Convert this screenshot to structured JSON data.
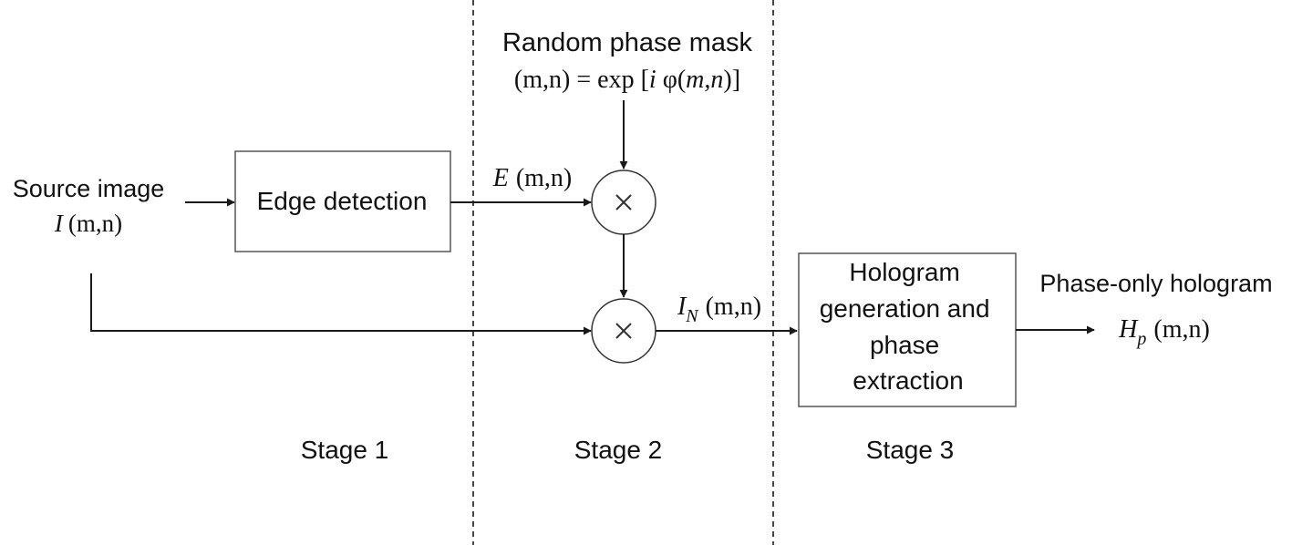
{
  "source": {
    "label": "Source image",
    "symbol_var": "I",
    "symbol_args": "(m,n)"
  },
  "edge_detection": {
    "label": "Edge detection"
  },
  "edge_output": {
    "symbol_var": "E",
    "symbol_args": "(m,n)"
  },
  "mask": {
    "label": "Random phase mask",
    "formula_args": "(m,n)",
    "formula_eq": " = exp [",
    "formula_i": "i",
    "formula_phi": " φ(",
    "formula_mn": "m,n",
    "formula_close": ")]"
  },
  "multiplier_symbol": "×",
  "noisy_image": {
    "symbol_var": "I",
    "symbol_sub": "N",
    "symbol_args": "(m,n)"
  },
  "hologram_box": {
    "line1": "Hologram",
    "line2": "generation and",
    "line3": "phase",
    "line4": "extraction"
  },
  "output": {
    "label": "Phase-only hologram",
    "symbol_var": "H",
    "symbol_sub": "p",
    "symbol_args": "(m,n)"
  },
  "stages": {
    "stage1": "Stage 1",
    "stage2": "Stage 2",
    "stage3": "Stage 3"
  }
}
